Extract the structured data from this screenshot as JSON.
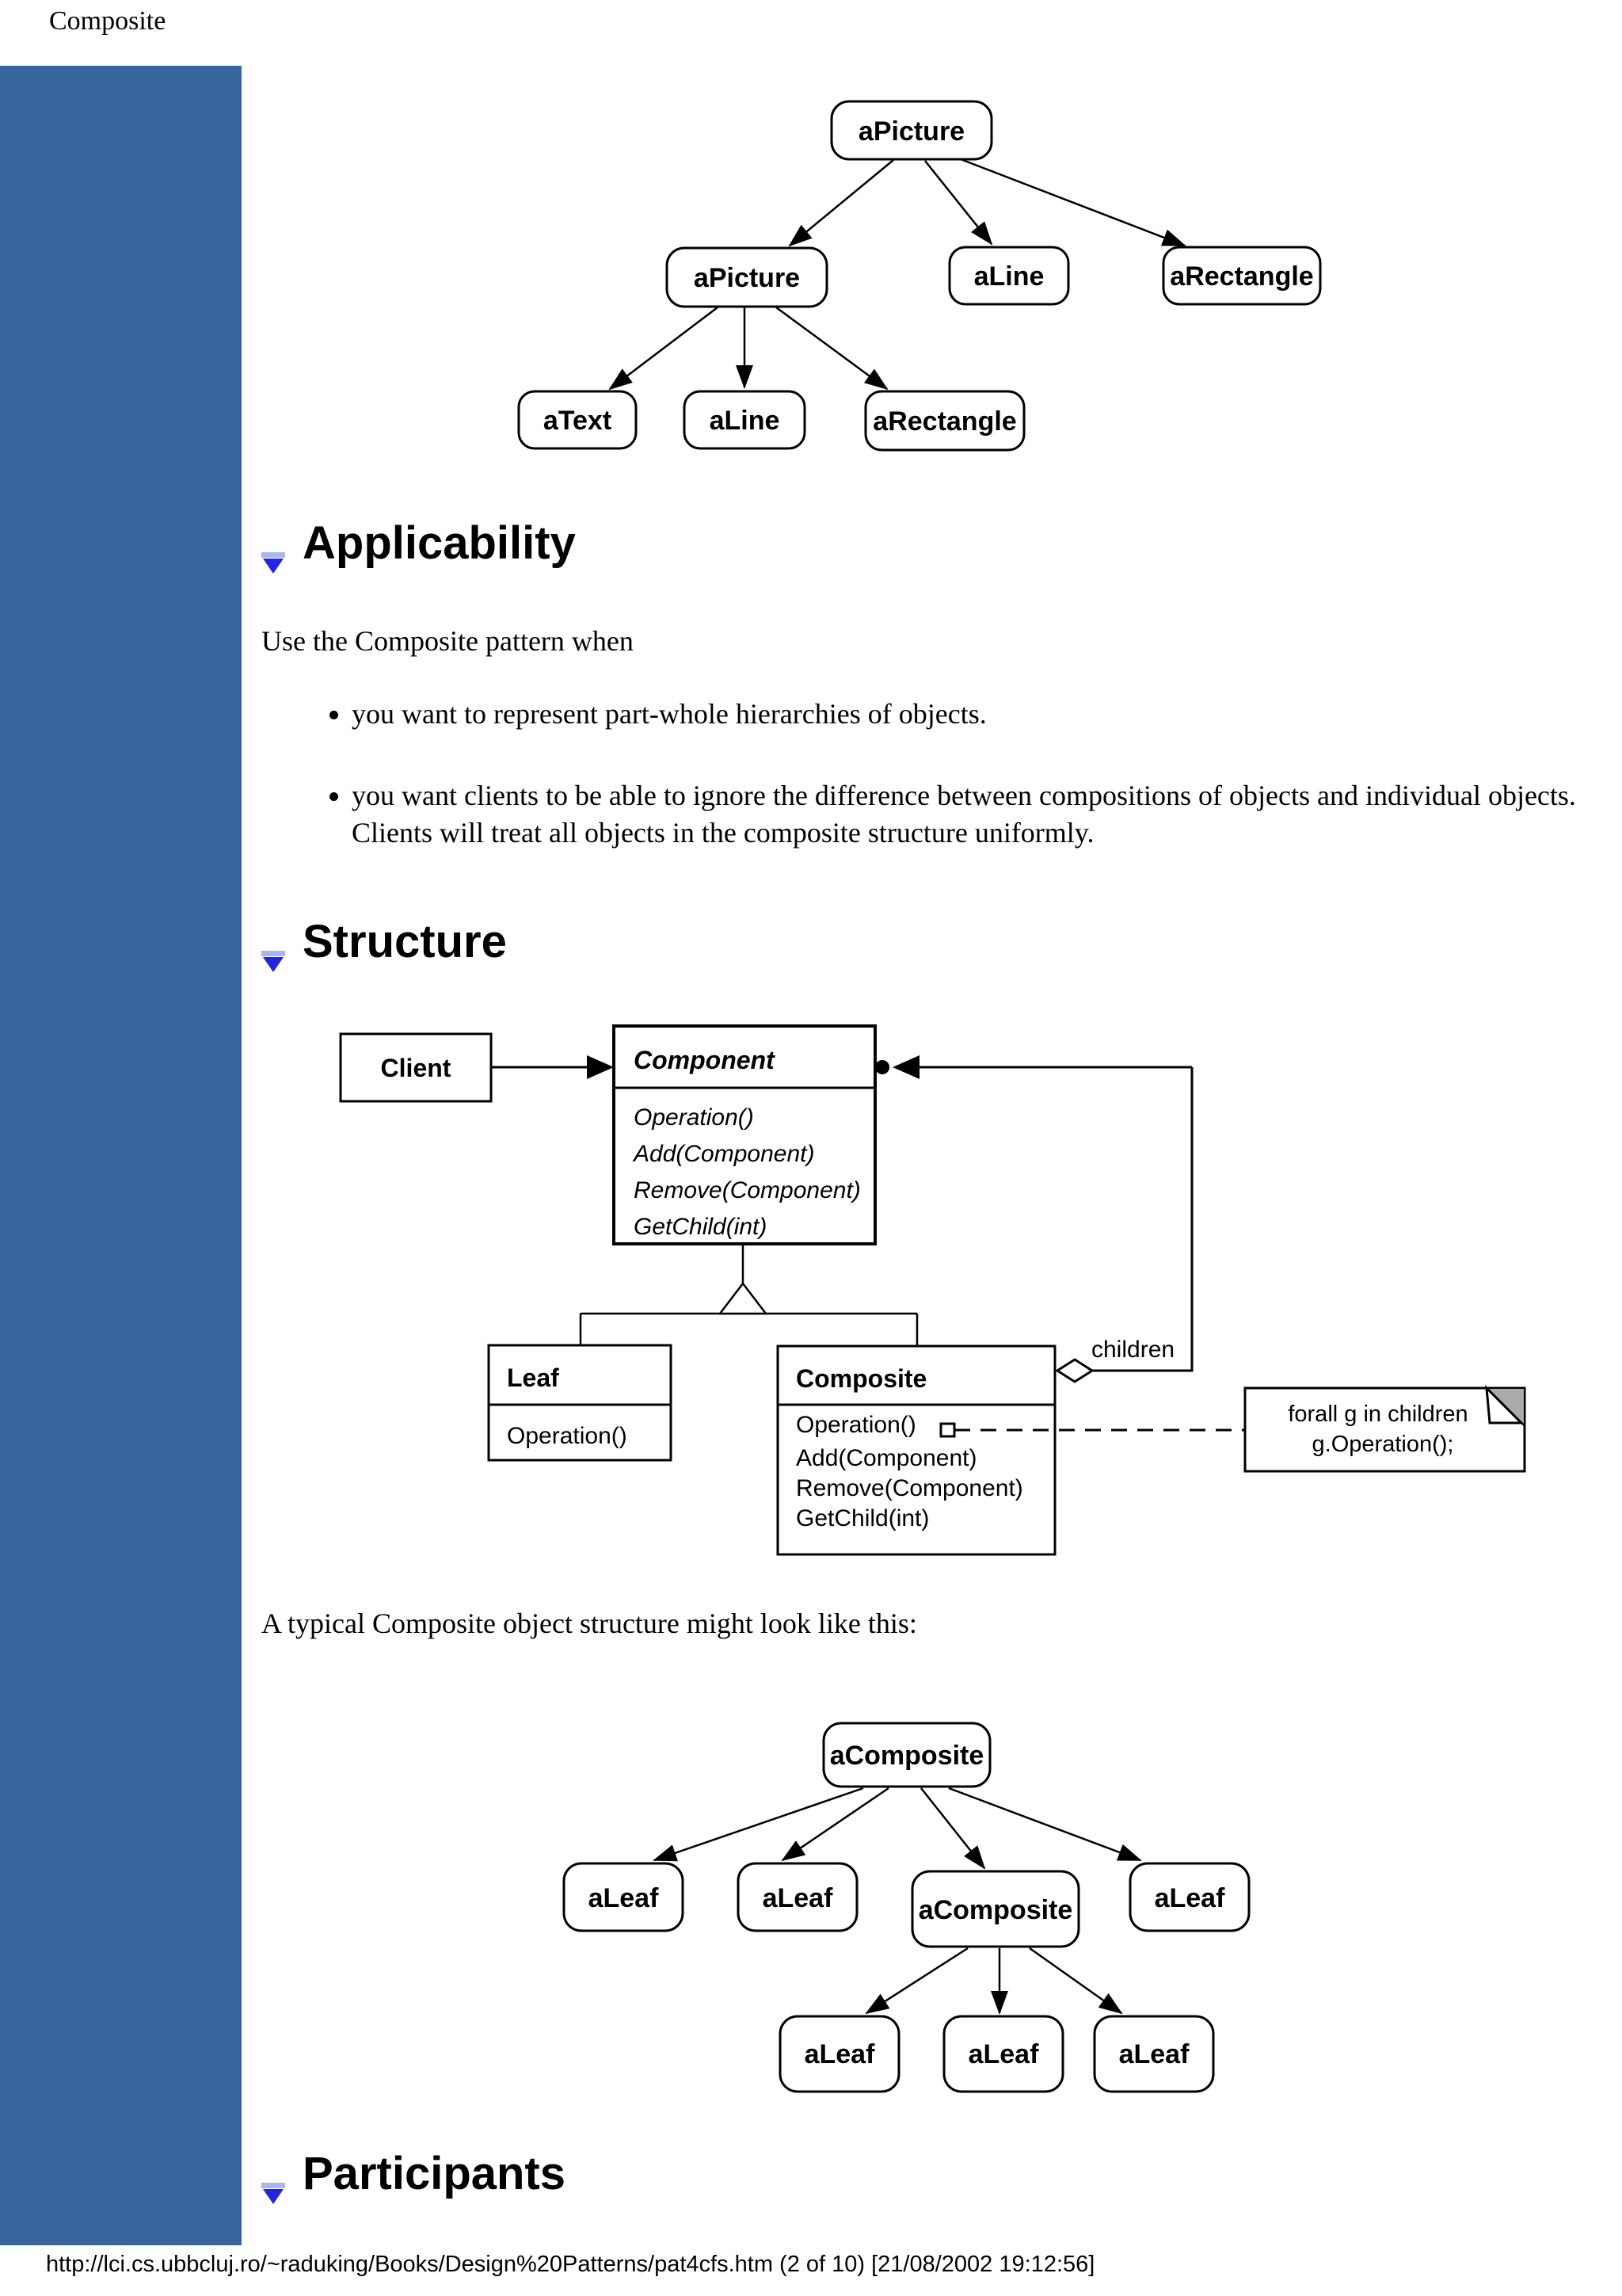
{
  "page": {
    "title": "Composite",
    "footer": "http://lci.cs.ubbcluj.ro/~raduking/Books/Design%20Patterns/pat4cfs.htm (2 of 10) [21/08/2002 19:12:56]"
  },
  "colors": {
    "sidebar_blue": "#38659B",
    "marker_blue": "#2424E0",
    "marker_light_blue": "#A9B6F0",
    "note_fold_gray": "#ABABAB"
  },
  "sections": {
    "applicability": {
      "heading": "Applicability",
      "intro": "Use the Composite pattern when",
      "bullets": [
        "you want to represent part-whole hierarchies of objects.",
        "you want clients to be able to ignore the difference between compositions of objects and individual objects. Clients will treat all objects in the composite structure uniformly."
      ]
    },
    "structure": {
      "heading": "Structure",
      "caption": "A typical Composite object structure might look like this:"
    },
    "participants": {
      "heading": "Participants"
    }
  },
  "object_diagram_top": {
    "type": "tree",
    "nodes": [
      {
        "label": "aPicture"
      },
      {
        "label": "aPicture"
      },
      {
        "label": "aLine"
      },
      {
        "label": "aRectangle"
      },
      {
        "label": "aText"
      },
      {
        "label": "aLine"
      },
      {
        "label": "aRectangle"
      }
    ]
  },
  "uml": {
    "client": {
      "name": "Client"
    },
    "component": {
      "name": "Component",
      "methods": [
        "Operation()",
        "Add(Component)",
        "Remove(Component)",
        "GetChild(int)"
      ]
    },
    "leaf": {
      "name": "Leaf",
      "methods": [
        "Operation()"
      ]
    },
    "composite": {
      "name": "Composite",
      "methods": [
        "Operation()",
        "Add(Component)",
        "Remove(Component)",
        "GetChild(int)"
      ]
    },
    "children_label": "children",
    "note": {
      "line1": "forall g in children",
      "line2": "g.Operation();"
    }
  },
  "object_diagram_bottom": {
    "type": "tree",
    "nodes": [
      {
        "label": "aComposite"
      },
      {
        "label": "aLeaf"
      },
      {
        "label": "aLeaf"
      },
      {
        "label": "aComposite"
      },
      {
        "label": "aLeaf"
      },
      {
        "label": "aLeaf"
      },
      {
        "label": "aLeaf"
      },
      {
        "label": "aLeaf"
      }
    ]
  }
}
